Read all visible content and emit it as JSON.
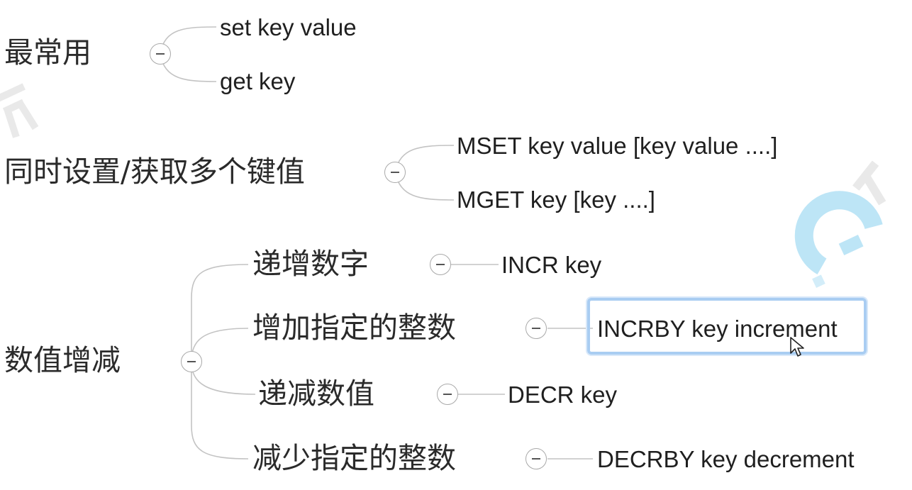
{
  "mindmap": {
    "branch_common": {
      "topic": "最常用",
      "children": [
        "set key value",
        "get key"
      ]
    },
    "branch_multi": {
      "topic": "同时设置/获取多个键值",
      "children": [
        "MSET key value [key value ....]",
        "MGET key [key ....]"
      ]
    },
    "branch_numeric": {
      "topic": "数值增减",
      "children": [
        {
          "label": "递增数字",
          "command": "INCR key"
        },
        {
          "label": "增加指定的整数",
          "command": "INCRBY key increment"
        },
        {
          "label": "递减数值",
          "command": "DECR key"
        },
        {
          "label": "减少指定的整数",
          "command": "DECRBY key decrement"
        }
      ]
    }
  },
  "collapse_icon": "minus-circle-icon",
  "selection_color": "#a9cdf2",
  "connector_color": "#c3c3c3"
}
